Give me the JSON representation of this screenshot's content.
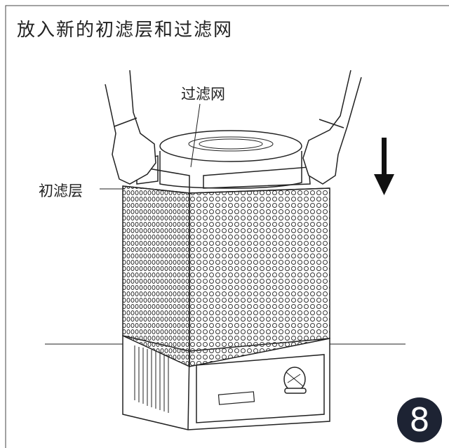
{
  "title": "放入新的初滤层和过滤网",
  "labels": {
    "filter": "过滤网",
    "pre_filter": "初滤层"
  },
  "step_number": "8",
  "colors": {
    "badge": "#1d2333",
    "line": "#222222"
  }
}
